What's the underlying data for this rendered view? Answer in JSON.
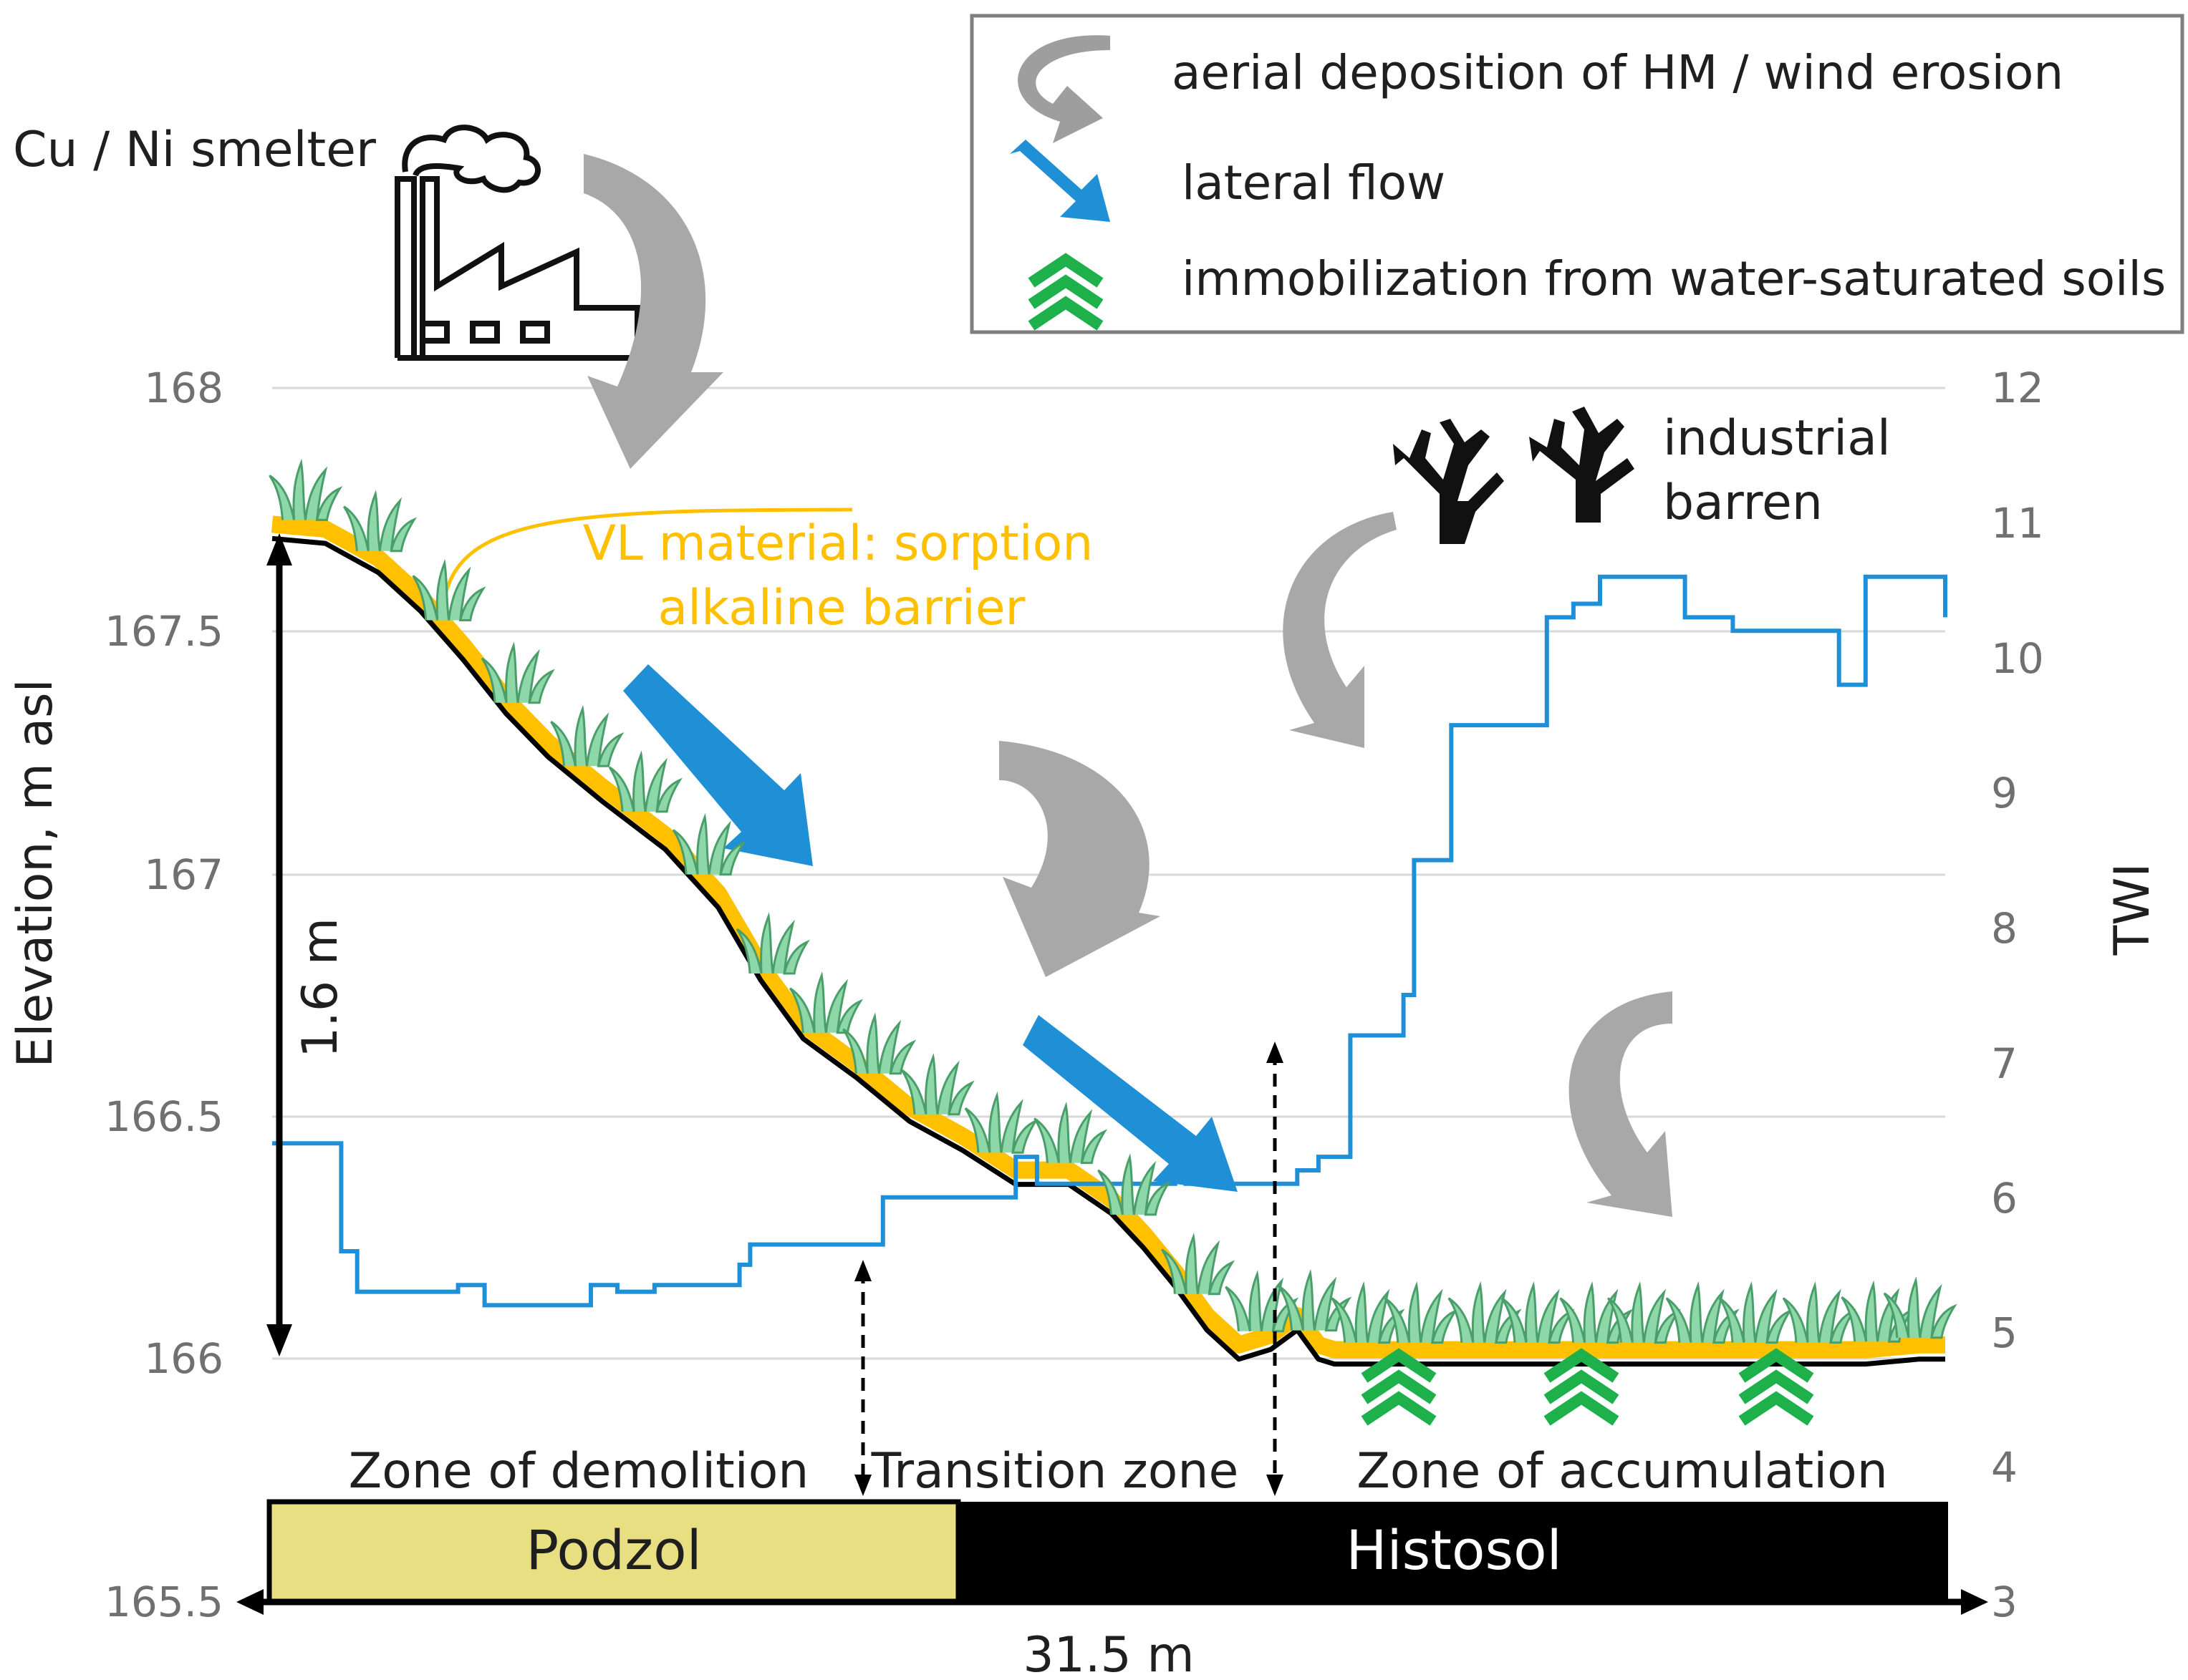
{
  "source": {
    "label": "Cu / Ni smelter",
    "icon": "factory-icon"
  },
  "legend": {
    "items": [
      {
        "icon": "curved-gray-arrow-icon",
        "label": "aerial deposition of HM / wind erosion"
      },
      {
        "icon": "blue-arrow-icon",
        "label": "lateral flow"
      },
      {
        "icon": "green-chevron-icon",
        "label": "immobilization from water-saturated soils"
      }
    ]
  },
  "annotations": {
    "vl_material_line1": "VL material: sorption",
    "vl_material_line2": "alkaline barrier",
    "barren_line1": "industrial",
    "barren_line2": "barren",
    "height": "1.6 m",
    "length": "31.5 m",
    "zone_demolition": "Zone of demolition",
    "zone_transition": "Transition zone",
    "zone_accumulation": "Zone of accumulation"
  },
  "soil_bar": {
    "podzol": "Podzol",
    "histosol": "Histosol",
    "podzol_color": "#E8DE82",
    "histosol_color": "#000000"
  },
  "colors": {
    "twi_line": "#1F90D8",
    "elevation_line": "#000000",
    "vl_material": "#FFC000",
    "flow_arrow": "#1F8FD6",
    "deposition_arrow": "#9E9E9E",
    "chevrons": "#1DB04B",
    "grass": "#8ED7A8"
  },
  "chart_data": {
    "type": "line",
    "x_unit": "m",
    "x_range": [
      0,
      31.5
    ],
    "ylabel": "Elevation, m asl",
    "y2label": "TWI",
    "ylim": [
      165.5,
      168
    ],
    "y_ticks": [
      "168",
      "167.5",
      "167",
      "166.5",
      "166",
      "165.5"
    ],
    "y2lim": [
      3,
      12
    ],
    "y2_ticks": [
      "12",
      "11",
      "10",
      "9",
      "8",
      "7",
      "6",
      "5",
      "4",
      "3"
    ],
    "grid": true,
    "series": [
      {
        "key": "elevation",
        "axis": "left",
        "x": [
          0,
          1,
          2,
          2.8,
          3.6,
          4.4,
          5.2,
          6.2,
          7.4,
          8.4,
          9.2,
          10,
          11,
          12,
          13,
          14,
          15,
          15.8,
          16.4,
          17,
          17.6,
          18.2,
          18.8,
          19.3,
          19.7,
          20,
          20.6,
          21.2,
          22,
          23,
          24,
          25,
          26,
          27,
          28,
          29,
          30,
          31,
          31.5
        ],
        "values": [
          167.69,
          167.68,
          167.62,
          167.54,
          167.44,
          167.33,
          167.24,
          167.15,
          167.05,
          166.93,
          166.78,
          166.66,
          166.58,
          166.49,
          166.43,
          166.36,
          166.36,
          166.3,
          166.23,
          166.15,
          166.06,
          166.0,
          166.02,
          166.06,
          166.0,
          165.99,
          165.99,
          165.99,
          165.99,
          165.99,
          165.99,
          165.99,
          165.99,
          165.99,
          165.99,
          165.99,
          165.99,
          166.0,
          166.0
        ]
      },
      {
        "key": "twi",
        "axis": "right",
        "x": [
          0,
          1.2,
          1.3,
          1.6,
          3.2,
          3.5,
          4.0,
          5.5,
          6.0,
          6.5,
          7.2,
          8.0,
          8.8,
          9.0,
          11.0,
          11.5,
          13.4,
          14.0,
          14.4,
          16.5,
          17.0,
          17.2,
          18.5,
          19.3,
          19.7,
          20.3,
          21.3,
          21.5,
          22.2,
          22.5,
          24.0,
          24.5,
          25.0,
          26.2,
          26.6,
          27.5,
          28.2,
          29.5,
          30.0,
          30.3,
          31.5
        ],
        "values": [
          6.4,
          6.4,
          5.6,
          5.3,
          5.3,
          5.35,
          5.2,
          5.2,
          5.35,
          5.3,
          5.35,
          5.35,
          5.5,
          5.65,
          5.65,
          6.0,
          6.0,
          6.3,
          6.1,
          6.1,
          6.2,
          6.1,
          6.1,
          6.2,
          6.3,
          7.2,
          7.5,
          8.5,
          9.5,
          9.5,
          10.3,
          10.4,
          10.6,
          10.6,
          10.3,
          10.2,
          10.2,
          9.8,
          10.6,
          10.6,
          10.3
        ]
      }
    ]
  }
}
